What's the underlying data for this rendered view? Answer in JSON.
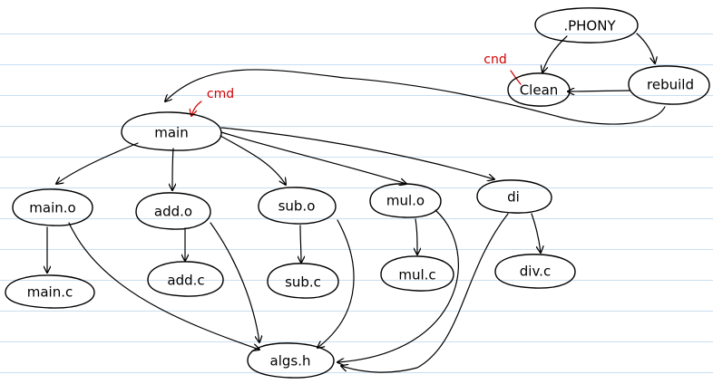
{
  "diagram": {
    "nodes": {
      "phony": ".PHONY",
      "clean": "Clean",
      "rebuild": "rebuild",
      "main": "main",
      "main_o": "main.o",
      "add_o": "add.o",
      "sub_o": "sub.o",
      "mul_o": "mul.o",
      "di": "di",
      "main_c": "main.c",
      "add_c": "add.c",
      "sub_c": "sub.c",
      "mul_c": "mul.c",
      "div_c": "div.c",
      "algs_h": "algs.h"
    },
    "annotations": {
      "clean_note": "cnd",
      "main_note": "cmd"
    }
  },
  "colors": {
    "ink": "#000000",
    "annotation": "#d40000",
    "ruled_line": "#c9def0",
    "paper": "#ffffff"
  }
}
